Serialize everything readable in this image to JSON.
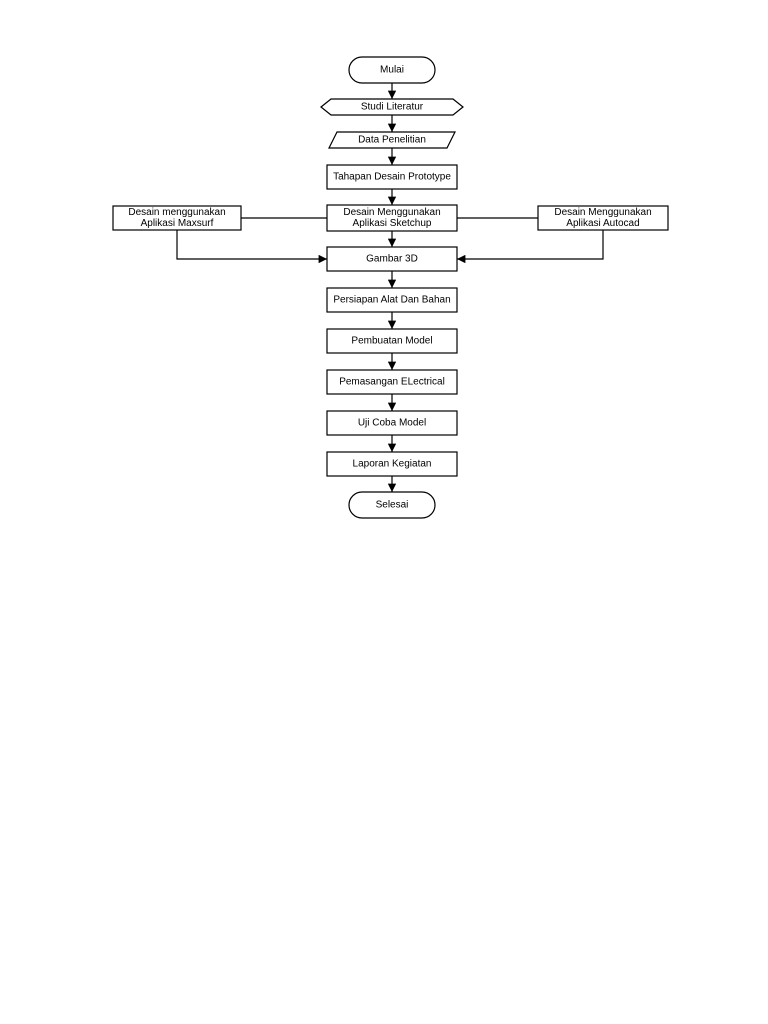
{
  "diagram": {
    "nodes": {
      "start": {
        "shape": "terminator",
        "lines": [
          "Mulai"
        ]
      },
      "literature": {
        "shape": "hexagon",
        "lines": [
          "Studi Literatur"
        ]
      },
      "research_data": {
        "shape": "parallelogram",
        "lines": [
          "Data Penelitian"
        ]
      },
      "prototype_stage": {
        "shape": "process",
        "lines": [
          "Tahapan Desain Prototype"
        ]
      },
      "design_sketchup": {
        "shape": "process",
        "lines": [
          "Desain Menggunakan",
          "Aplikasi Sketchup"
        ]
      },
      "design_maxsurf": {
        "shape": "process",
        "lines": [
          "Desain menggunakan",
          "Aplikasi Maxsurf"
        ]
      },
      "design_autocad": {
        "shape": "process",
        "lines": [
          "Desain Menggunakan",
          "Aplikasi Autocad"
        ]
      },
      "drawing_3d": {
        "shape": "process",
        "lines": [
          "Gambar 3D"
        ]
      },
      "preparation": {
        "shape": "process",
        "lines": [
          "Persiapan Alat Dan Bahan"
        ]
      },
      "model_build": {
        "shape": "process",
        "lines": [
          "Pembuatan Model"
        ]
      },
      "electrical": {
        "shape": "process",
        "lines": [
          "Pemasangan ELectrical"
        ]
      },
      "model_test": {
        "shape": "process",
        "lines": [
          "Uji Coba Model"
        ]
      },
      "report": {
        "shape": "process",
        "lines": [
          "Laporan Kegiatan"
        ]
      },
      "end": {
        "shape": "terminator",
        "lines": [
          "Selesai"
        ]
      }
    },
    "edges": [
      {
        "from": "start",
        "to": "literature",
        "arrow": true
      },
      {
        "from": "literature",
        "to": "research_data",
        "arrow": true
      },
      {
        "from": "research_data",
        "to": "prototype_stage",
        "arrow": true
      },
      {
        "from": "prototype_stage",
        "to": "design_sketchup",
        "arrow": true
      },
      {
        "from": "design_sketchup",
        "to": "design_maxsurf",
        "arrow": false
      },
      {
        "from": "design_sketchup",
        "to": "design_autocad",
        "arrow": false
      },
      {
        "from": "design_sketchup",
        "to": "drawing_3d",
        "arrow": true
      },
      {
        "from": "design_maxsurf",
        "to": "drawing_3d",
        "arrow": true
      },
      {
        "from": "design_autocad",
        "to": "drawing_3d",
        "arrow": true
      },
      {
        "from": "drawing_3d",
        "to": "preparation",
        "arrow": true
      },
      {
        "from": "preparation",
        "to": "model_build",
        "arrow": true
      },
      {
        "from": "model_build",
        "to": "electrical",
        "arrow": true
      },
      {
        "from": "electrical",
        "to": "model_test",
        "arrow": true
      },
      {
        "from": "model_test",
        "to": "report",
        "arrow": true
      },
      {
        "from": "report",
        "to": "end",
        "arrow": true
      }
    ]
  }
}
